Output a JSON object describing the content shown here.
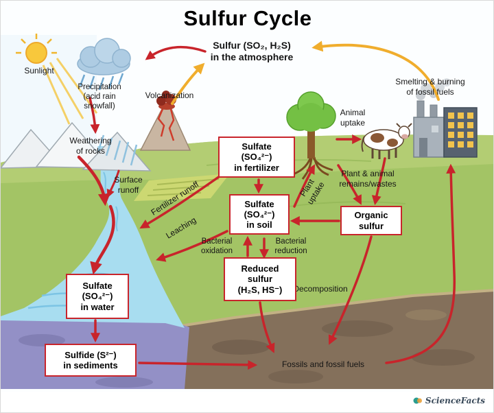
{
  "title": "Sulfur Cycle",
  "colors": {
    "arrow_red": "#c8242b",
    "arrow_yellow": "#f0ad2d",
    "box_border": "#c8242b",
    "grass_green": "#a3c465",
    "soil_brown": "#84705b",
    "water_blue": "#a8ddf0",
    "sediment_purple": "#9390c6"
  },
  "labels": {
    "sunlight": "Sunlight",
    "precipitation": "Precipitation\n(acid rain\nsnowfall)",
    "volcanization": "Volcanization",
    "weathering": "Weathering\nof rocks",
    "surface_runoff": "Surface\nrunoff",
    "atmosphere": "Sulfur (SO₂, H₂S)\nin the atmosphere",
    "smelting": "Smelting & burning\nof fossil fuels",
    "animal_uptake": "Animal\nuptake",
    "plant_uptake": "Plant\nuptake",
    "fertilizer_runoff": "Fertilizer runoff",
    "leaching": "Leaching",
    "bacterial_oxidation": "Bacterial\noxidation",
    "bacterial_reduction": "Bacterial\nreduction",
    "plant_animal_remains": "Plant & animal\nremains/wastes",
    "decomposition": "Decomposition",
    "fossils": "Fossils and fossil fuels"
  },
  "boxes": {
    "fertilizer": "Sulfate\n(SO₄²⁻)\nin fertilizer",
    "soil": "Sulfate\n(SO₄²⁻)\nin soil",
    "organic": "Organic\nsulfur",
    "reduced": "Reduced\nsulfur\n(H₂S, HS⁻)",
    "water": "Sulfate\n(SO₄²⁻)\nin water",
    "sediments": "Sulfide (S²⁻)\nin sediments"
  },
  "logo": "ScienceFacts"
}
